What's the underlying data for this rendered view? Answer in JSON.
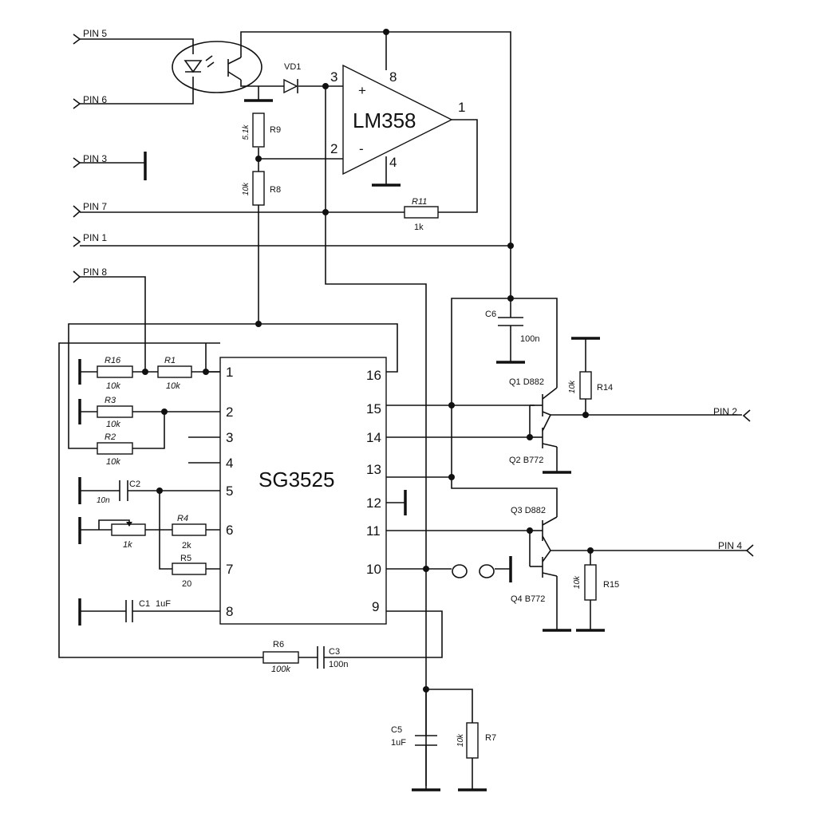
{
  "connectors": {
    "pin5": "PIN 5",
    "pin6": "PIN 6",
    "pin3": "PIN 3",
    "pin7": "PIN 7",
    "pin1": "PIN 1",
    "pin8": "PIN 8",
    "pin2": "PIN 2",
    "pin4": "PIN 4"
  },
  "lm358": {
    "name": "LM358",
    "plus": "+",
    "minus": "-",
    "pins": {
      "p1": "1",
      "p2": "2",
      "p3": "3",
      "p4": "4",
      "p8": "8"
    }
  },
  "sg3525": {
    "name": "SG3525",
    "left_pins": [
      "1",
      "2",
      "3",
      "4",
      "5",
      "6",
      "7",
      "8"
    ],
    "right_pins": [
      "16",
      "15",
      "14",
      "13",
      "12",
      "11",
      "10",
      "9"
    ]
  },
  "components": {
    "vd1": "VD1",
    "r9": {
      "name": "R9",
      "value": "5.1k"
    },
    "r8": {
      "name": "R8",
      "value": "10k"
    },
    "r11": {
      "name": "R11",
      "value": "1k"
    },
    "r16": {
      "name": "R16",
      "value": "10k"
    },
    "r1": {
      "name": "R1",
      "value": "10k"
    },
    "r3": {
      "name": "R3",
      "value": "10k"
    },
    "r2": {
      "name": "R2",
      "value": "10k"
    },
    "c2": {
      "name": "C2",
      "value": "10n"
    },
    "pot": {
      "value": "1k"
    },
    "r4": {
      "name": "R4",
      "value": "2k"
    },
    "r5": {
      "name": "R5",
      "value": "20"
    },
    "c1": {
      "name": "C1",
      "value": "1uF"
    },
    "r6": {
      "name": "R6",
      "value": "100k"
    },
    "c3": {
      "name": "C3",
      "value": "100n"
    },
    "c5": {
      "name": "C5",
      "value": "1uF"
    },
    "r7": {
      "name": "R7",
      "value": "10k"
    },
    "c6": {
      "name": "C6",
      "value": "100n"
    },
    "r14": {
      "name": "R14",
      "value": "10k"
    },
    "r15": {
      "name": "R15",
      "value": "10k"
    },
    "q1": "Q1 D882",
    "q2": "Q2 B772",
    "q3": "Q3 D882",
    "q4": "Q4 B772"
  }
}
